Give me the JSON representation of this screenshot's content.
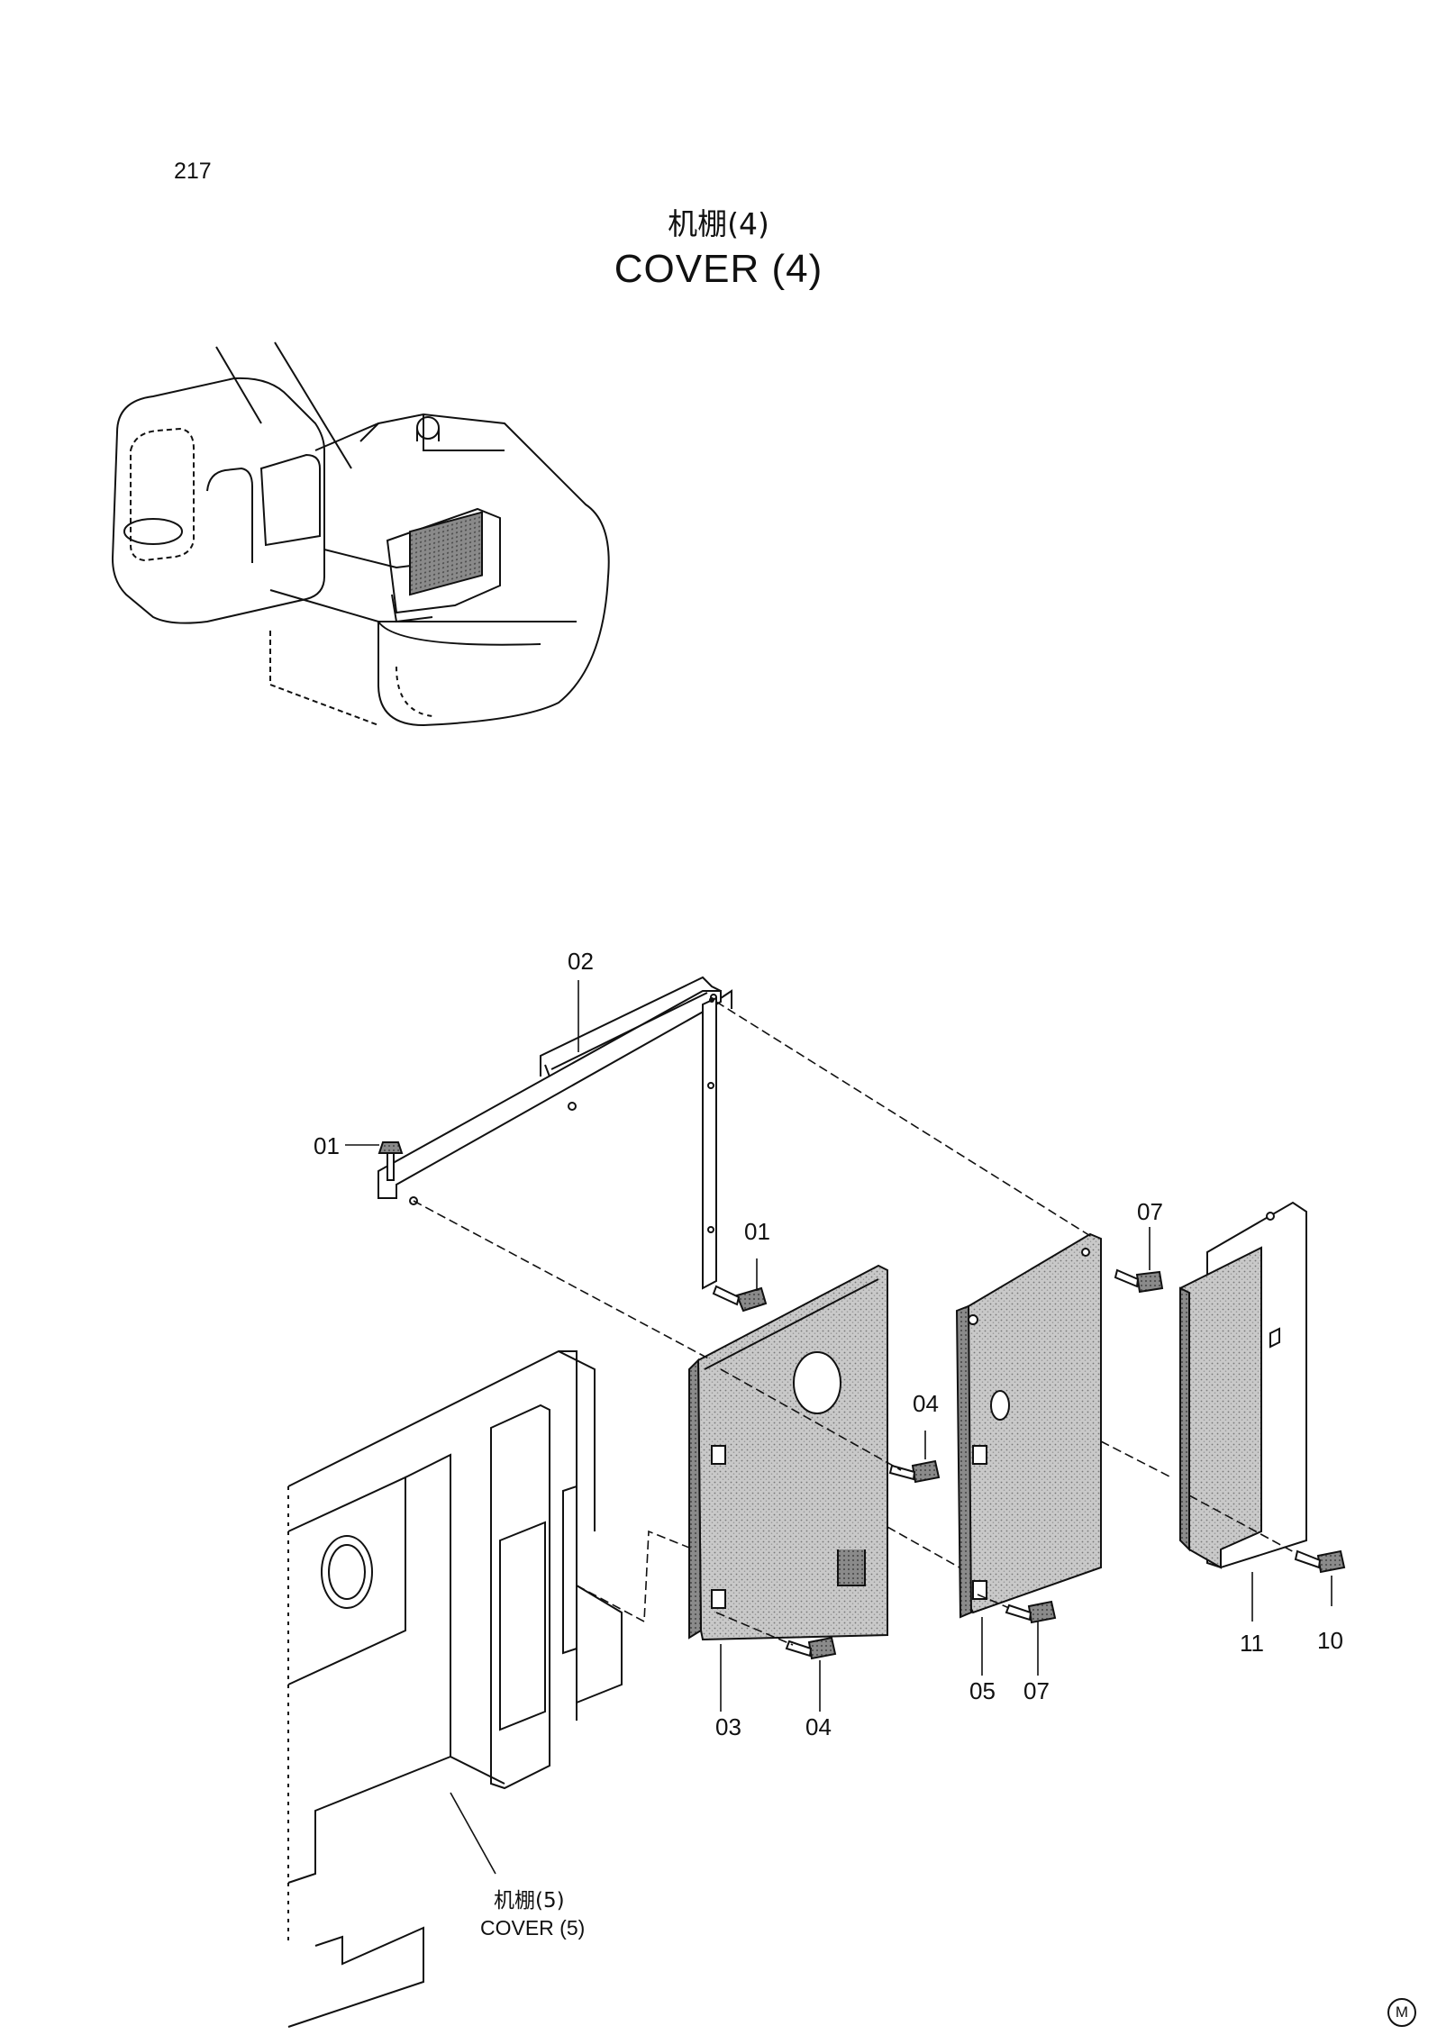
{
  "page_number": "217",
  "title_cn": "机棚(4)",
  "title_en": "COVER (4)",
  "callouts": {
    "c02": "02",
    "c01_left": "01",
    "c01_mid": "01",
    "c07_top": "07",
    "c04_upper": "04",
    "c10": "10",
    "c11": "11",
    "c05": "05",
    "c07_bottom": "07",
    "c03": "03",
    "c04_lower": "04"
  },
  "reference": {
    "cn": "机棚(5)",
    "en": "COVER (5)"
  },
  "corner_mark": "M"
}
